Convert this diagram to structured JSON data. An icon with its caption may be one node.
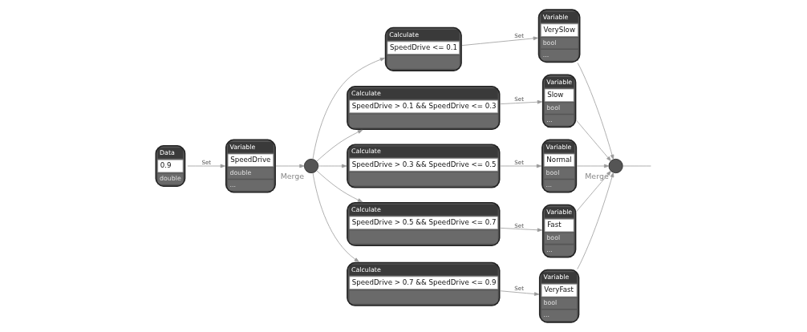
{
  "diagram": {
    "nodes": [
      {
        "text": [
          "Data",
          "0.9",
          "double"
        ]
      },
      {
        "text": [
          "Variable",
          "SpeedDrive",
          "double",
          "..."
        ]
      },
      {
        "text": [
          "Merge"
        ]
      },
      {
        "text": [
          "Calculate",
          "SpeedDrive <= 0.1"
        ]
      },
      {
        "text": [
          "Calculate",
          "SpeedDrive > 0.1 && SpeedDrive <= 0.3"
        ]
      },
      {
        "text": [
          "Calculate",
          "SpeedDrive > 0.3 && SpeedDrive <= 0.5"
        ]
      },
      {
        "text": [
          "Calculate",
          "SpeedDrive > 0.5 && SpeedDrive <= 0.7"
        ]
      },
      {
        "text": [
          "Calculate",
          "SpeedDrive > 0.7 && SpeedDrive <= 0.9"
        ]
      },
      {
        "text": [
          "Variable",
          "VerySlow",
          "bool",
          "..."
        ]
      },
      {
        "text": [
          "Variable",
          "Slow",
          "bool",
          "..."
        ]
      },
      {
        "text": [
          "Variable",
          "Normal",
          "bool",
          "..."
        ]
      },
      {
        "text": [
          "Variable",
          "Fast",
          "bool",
          "..."
        ]
      },
      {
        "text": [
          "Variable",
          "VeryFast",
          "bool",
          "..."
        ]
      },
      {
        "text": [
          "Merge"
        ]
      }
    ],
    "edges": [
      {
        "from": 0,
        "to": 1,
        "arrow": "to",
        "label": "Set"
      },
      {
        "from": 1,
        "to": 2,
        "arrow": "to"
      },
      {
        "from": 2,
        "to": 3,
        "arrow": "to"
      },
      {
        "from": 2,
        "to": 4,
        "arrow": "to"
      },
      {
        "from": 2,
        "to": 5,
        "arrow": "to"
      },
      {
        "from": 2,
        "to": 6,
        "arrow": "to"
      },
      {
        "from": 2,
        "to": 7,
        "arrow": "to"
      },
      {
        "from": 3,
        "to": 8,
        "arrow": "to",
        "label": "Set"
      },
      {
        "from": 4,
        "to": 9,
        "arrow": "to",
        "label": "Set"
      },
      {
        "from": 5,
        "to": 10,
        "arrow": "to",
        "label": "Set"
      },
      {
        "from": 6,
        "to": 11,
        "arrow": "to",
        "label": "Set"
      },
      {
        "from": 7,
        "to": 12,
        "arrow": "to",
        "label": "Set"
      },
      {
        "from": 8,
        "to": 13,
        "arrow": "to"
      },
      {
        "from": 9,
        "to": 13,
        "arrow": "to"
      },
      {
        "from": 10,
        "to": 13,
        "arrow": "to"
      },
      {
        "from": 11,
        "to": 13,
        "arrow": "to"
      },
      {
        "from": 12,
        "to": 13,
        "arrow": "to"
      },
      {
        "from": 13,
        "to": null,
        "arrow": "none"
      }
    ]
  }
}
